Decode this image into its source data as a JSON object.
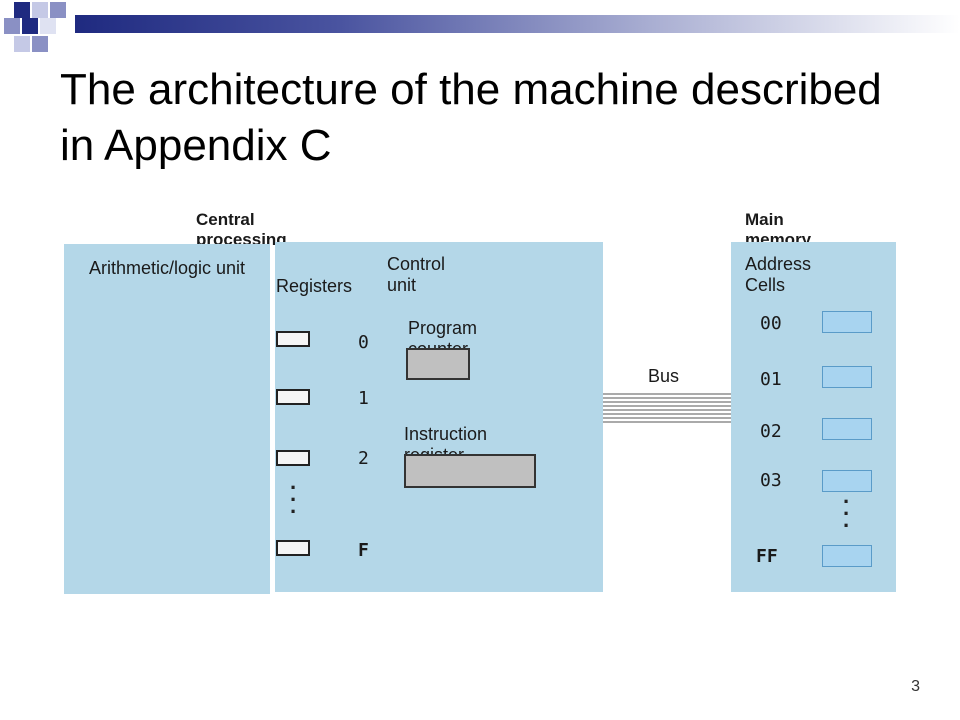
{
  "slide": {
    "title": "The architecture of the machine described in Appendix C",
    "page_number": "3"
  },
  "diagram": {
    "cpu_heading": "Central processing unit",
    "memory_heading": "Main memory",
    "alu_label": "Arithmetic/logic unit",
    "control_unit_label": "Control unit",
    "registers_label": "Registers",
    "register_ids": [
      "0",
      "1",
      "2",
      "F"
    ],
    "program_counter_label": "Program counter",
    "instruction_register_label": "Instruction register",
    "bus_label": "Bus",
    "memory_header": "Address Cells",
    "addresses": [
      "00",
      "01",
      "02",
      "03",
      "FF"
    ]
  },
  "colors": {
    "panel": "#b4d7e8",
    "title_bar_start": "#1f2a80"
  }
}
